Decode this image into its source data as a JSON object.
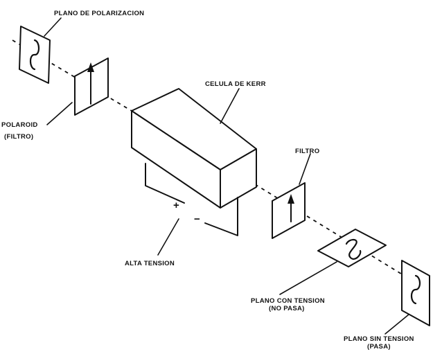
{
  "labels": {
    "plano_polarizacion": "PLANO DE POLARIZACION",
    "polaroid": "POLAROID",
    "filtro_paren": "(FILTRO)",
    "celula_kerr": "CELULA DE KERR",
    "filtro": "FILTRO",
    "alta_tension": "ALTA TENSION",
    "plus_sign": "+",
    "minus_sign": "−",
    "plano_con_tension": "PLANO CON TENSION",
    "no_pasa": "(NO PASA)",
    "plano_sin_tension": "PLANO SIN TENSION",
    "pasa": "(PASA)"
  },
  "colors": {
    "ink": "#111111",
    "background": "#ffffff"
  }
}
